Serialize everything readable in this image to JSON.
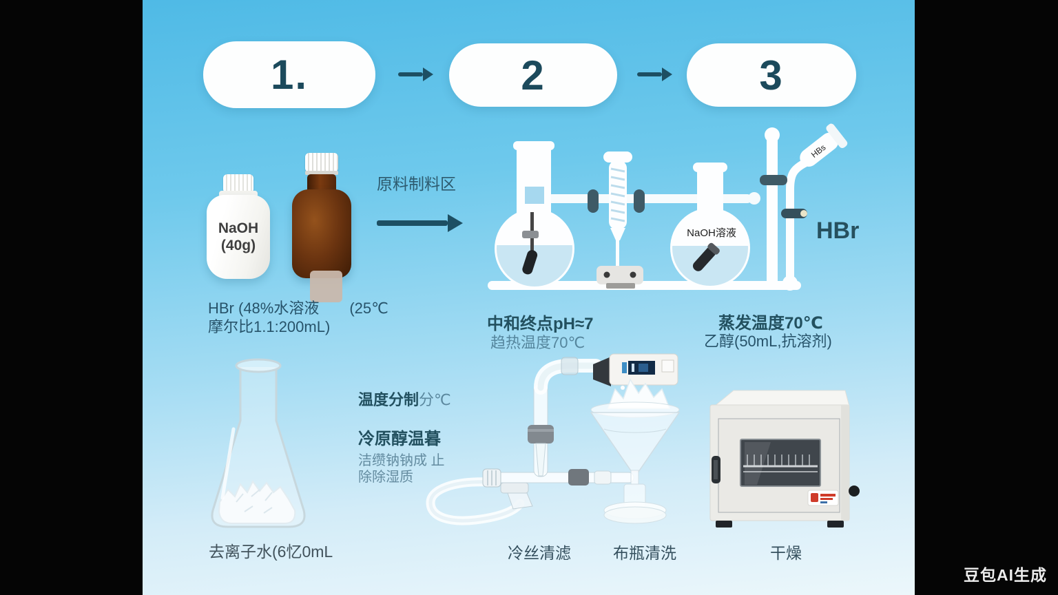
{
  "steps": {
    "s1": "1.",
    "s2": "2",
    "s3": "3"
  },
  "stage1": {
    "naoh_bottle": {
      "line1": "NaOH",
      "line2": "(40g)"
    },
    "zone_label": "原料制料区",
    "caption_line1": "HBr (48%水溶液　　(25℃",
    "caption_line2": "摩尔比1.1:200mL)"
  },
  "stage2": {
    "flask_label": "NaOH溶液",
    "tube_label": "HBs",
    "gas_label": "HBr",
    "caption_line1": "中和终点pH≈7",
    "caption_line2": "趋热温度70℃"
  },
  "stage3": {
    "caption_line1": "蒸发温度70℃",
    "caption_line2": "乙醇(50mL,抗溶剂)"
  },
  "bottom": {
    "notes": {
      "line1_strong": "温度分制",
      "line1_light": "分℃",
      "line2": "冷原醇温暮",
      "line3": "洁缵钠钠成 止",
      "line4": "除除湿质"
    },
    "deionized_caption": "去离子水(6忆0mL",
    "filter_caption": "冷丝清滤",
    "funnel_caption": "布瓶清洗",
    "oven_caption": "干燥"
  },
  "watermark": "豆包AI生成",
  "colors": {
    "accent_teal": "#1d4f63",
    "bg_top": "#4fbae6",
    "bg_bottom": "#ecf7fb",
    "amber_bottle": "#6b3410",
    "liquid_blue": "#c9e6f3",
    "clamp_slate": "#3e5a66"
  }
}
